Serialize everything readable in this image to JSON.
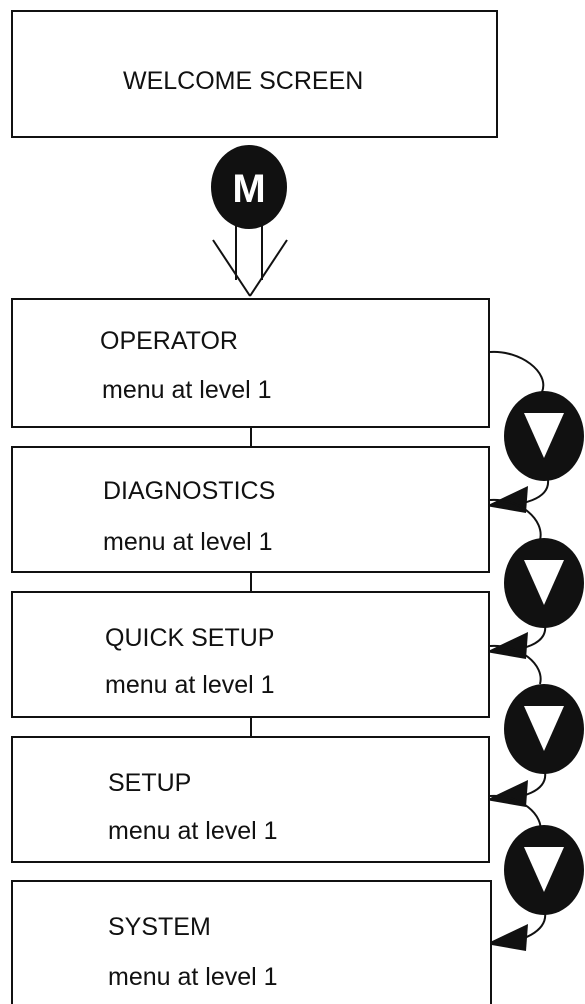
{
  "welcome": {
    "label": "WELCOME SCREEN"
  },
  "menu_button": {
    "label": "M",
    "icon": "menu-m-button-icon"
  },
  "menus": [
    {
      "title": "OPERATOR",
      "subtitle": "menu at level 1"
    },
    {
      "title": "DIAGNOSTICS",
      "subtitle": "menu at level 1"
    },
    {
      "title": "QUICK SETUP",
      "subtitle": "menu at level 1"
    },
    {
      "title": "SETUP",
      "subtitle": "menu at level 1"
    },
    {
      "title": "SYSTEM",
      "subtitle": "menu at level 1"
    }
  ],
  "nav_buttons": {
    "icon": "down-triangle-button-icon",
    "count": 4
  },
  "colors": {
    "line": "#111111",
    "button_fill": "#111111",
    "background": "#ffffff"
  }
}
